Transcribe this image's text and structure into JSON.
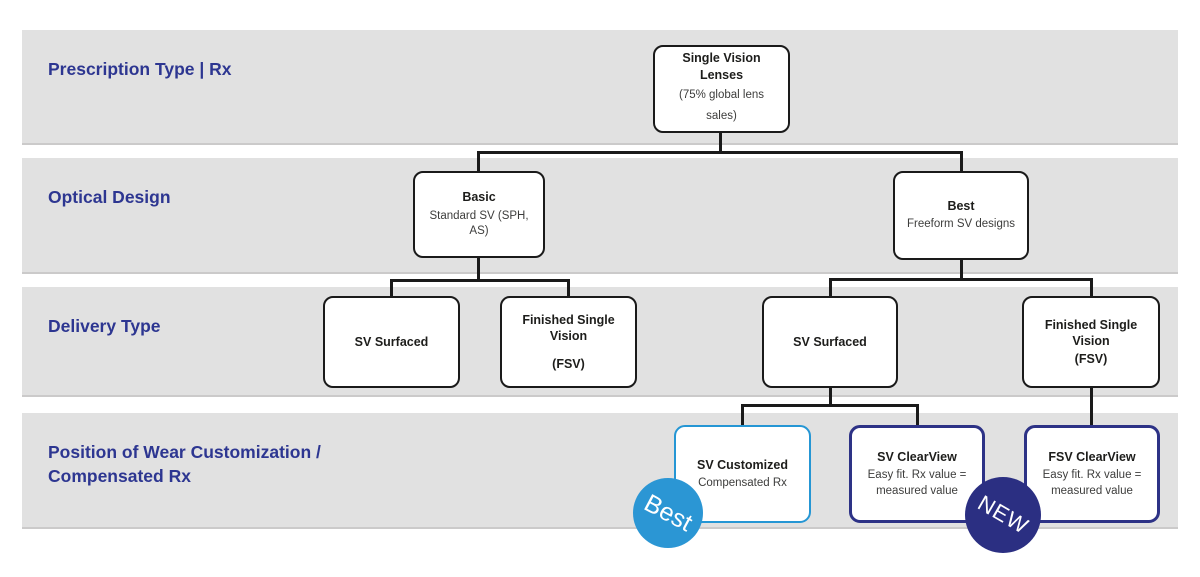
{
  "colors": {
    "band_bg": "#e1e1e1",
    "band_edge": "#cbcaca",
    "row_label_navy": "#2d3691",
    "connector_black": "#1a1a1a",
    "node_border_black": "#1a1a1a",
    "node_title_text": "#1d1d1b",
    "node_sub_text": "#3d3d3c",
    "accent_light_blue": "#2596d4",
    "accent_dark_navy": "#2d3286",
    "badge_best_bg": "#2b96d4",
    "badge_new_bg": "#2b2f82"
  },
  "rows": [
    {
      "label": "Prescription Type | Rx"
    },
    {
      "label": "Optical Design"
    },
    {
      "label": "Delivery Type"
    },
    {
      "label": "Position of Wear Customization / Compensated Rx"
    }
  ],
  "nodes": {
    "root": {
      "title": "Single Vision Lenses",
      "subtitle": "(75% global lens sales)"
    },
    "basic": {
      "title": "Basic",
      "subtitle": "Standard SV (SPH, AS)"
    },
    "best": {
      "title": "Best",
      "subtitle": "Freeform SV designs"
    },
    "sv_surfaced_left": {
      "title": "SV Surfaced"
    },
    "fsv_left": {
      "title": "Finished Single Vision",
      "title2": "(FSV)"
    },
    "sv_surfaced_right": {
      "title": "SV Surfaced"
    },
    "fsv_right": {
      "title": "Finished Single Vision",
      "title2": "(FSV)"
    },
    "sv_customized": {
      "title": "SV Customized",
      "subtitle": "Compensated Rx"
    },
    "sv_clearview": {
      "title": "SV ClearView",
      "subtitle": "Easy fit. Rx value = measured value"
    },
    "fsv_clearview": {
      "title": "FSV ClearView",
      "subtitle": "Easy fit. Rx value = measured value"
    }
  },
  "badges": {
    "best": {
      "label": "Best"
    },
    "new": {
      "label": "NEW"
    }
  }
}
